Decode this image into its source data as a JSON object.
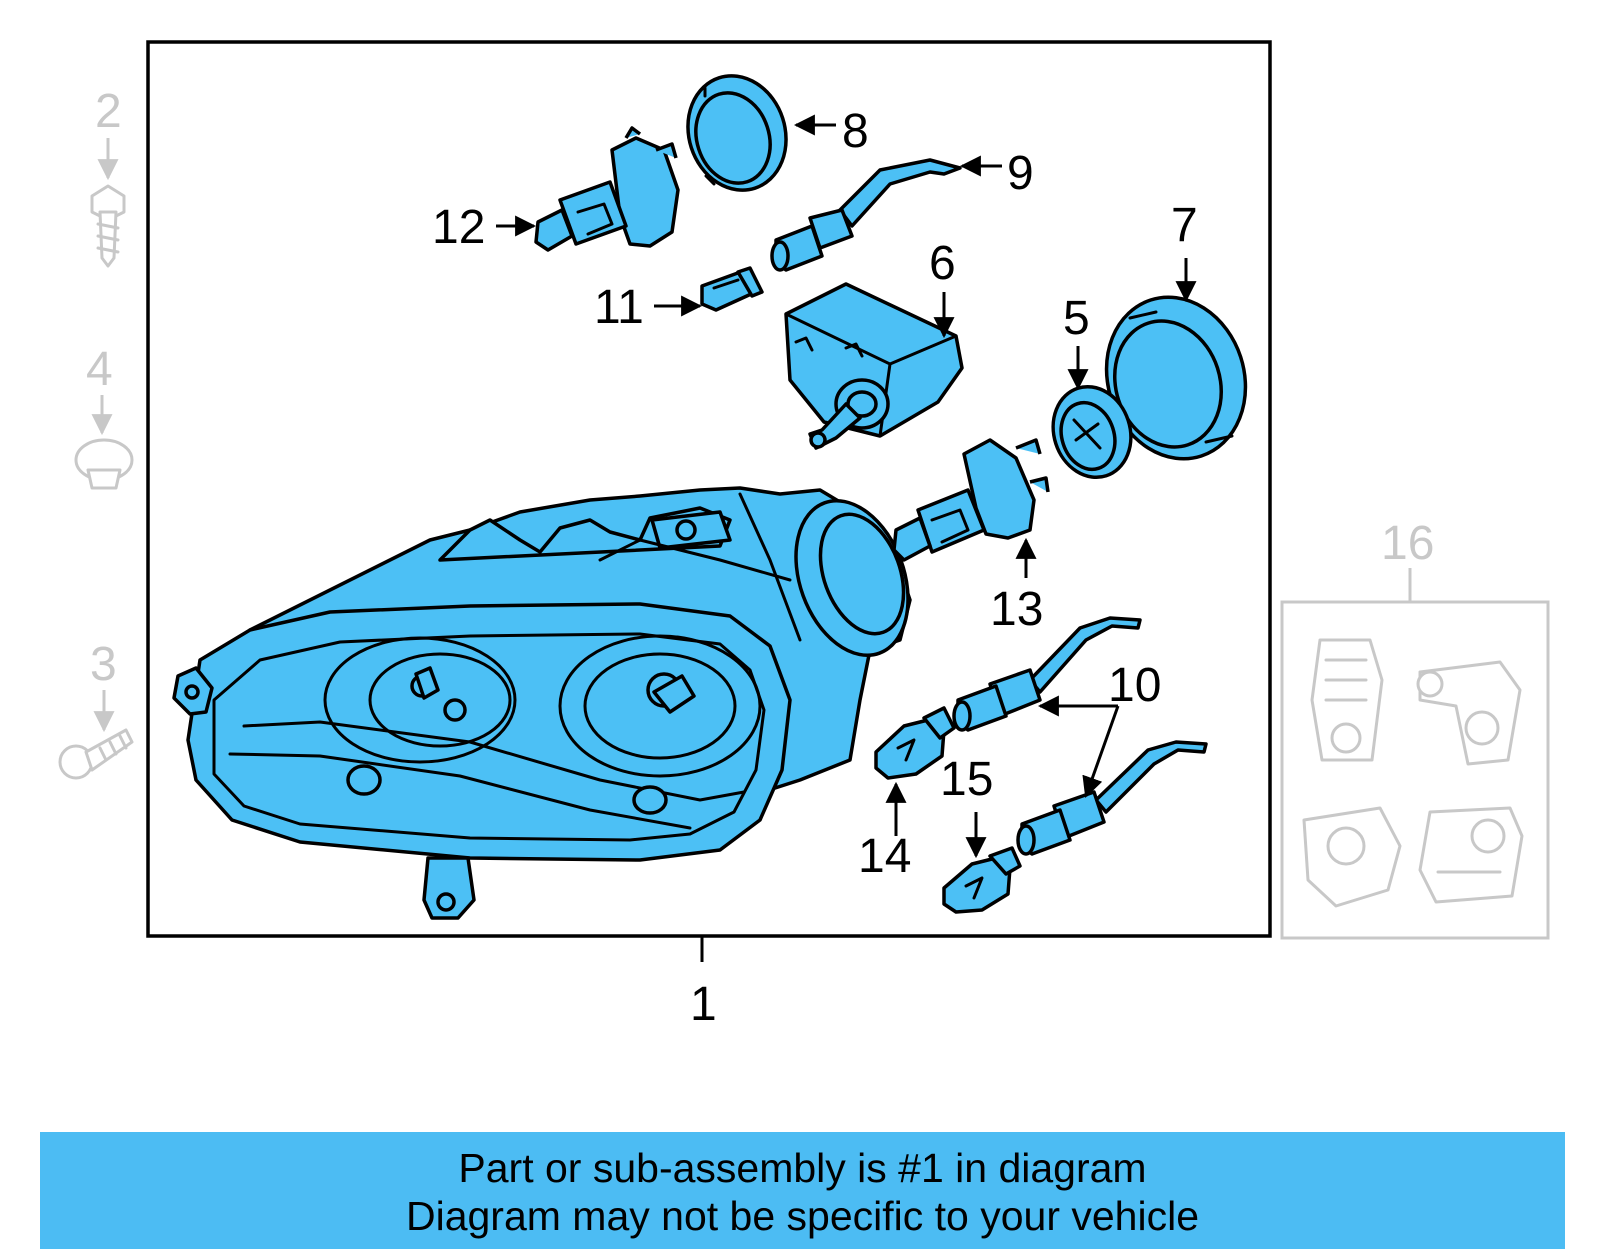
{
  "diagram": {
    "callouts": {
      "c1": "1",
      "c2": "2",
      "c3": "3",
      "c4": "4",
      "c5": "5",
      "c6": "6",
      "c7": "7",
      "c8": "8",
      "c9": "9",
      "c10": "10",
      "c11": "11",
      "c12": "12",
      "c13": "13",
      "c14": "14",
      "c15": "15",
      "c16": "16"
    },
    "highlight_color": "#4cc0f5",
    "ghost_color": "#c8c8c8"
  },
  "footer": {
    "line1": "Part or sub-assembly is #1 in diagram",
    "line2": "Diagram may not be specific to your vehicle",
    "background": "#4cbcf3"
  }
}
